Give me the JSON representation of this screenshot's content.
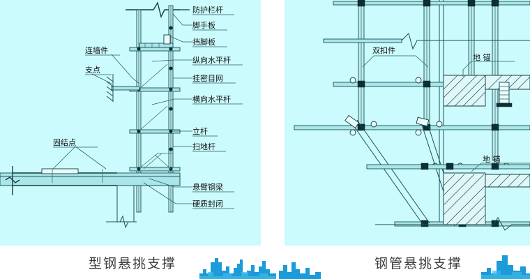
{
  "page": {
    "background": "#ffffff",
    "panel_background": "#cbfbfd",
    "accent": "#1b9bd8"
  },
  "left_panel": {
    "caption": "型钢悬挑支撑",
    "labels_right": [
      {
        "text": "防护栏杆"
      },
      {
        "text": "脚手板"
      },
      {
        "text": "挡脚板"
      },
      {
        "text": "纵向水平杆"
      },
      {
        "text": "挂密目网"
      },
      {
        "text": "横向水平杆"
      },
      {
        "text": "立杆"
      },
      {
        "text": "扫地杆"
      },
      {
        "text": "悬臂钢梁"
      },
      {
        "text": "硬质封闭"
      }
    ],
    "labels_left": [
      {
        "text": "连墙件"
      },
      {
        "text": "支点"
      },
      {
        "text": "固结点"
      }
    ]
  },
  "right_panel": {
    "caption": "钢管悬挑支撑",
    "labels": [
      {
        "text": "双扣件"
      },
      {
        "text": "地  锚"
      },
      {
        "text": "地  锚"
      }
    ]
  }
}
